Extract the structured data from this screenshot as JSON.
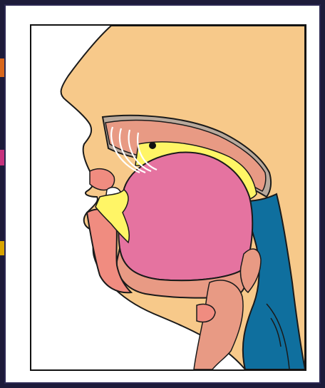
{
  "figure": {
    "subject": "sagittal-section-of-head-and-vocal-tract",
    "colors": {
      "skin": "#f7c98a",
      "tissue": "#e89a84",
      "tongue": "#e573a0",
      "palate_highlight": "#fff566",
      "airway": "#0f6f9e",
      "bone": "#b8a99c",
      "lip": "#f08c80",
      "outline": "#1a1a1a",
      "page_background": "#1d1b3a",
      "panel_background": "#ffffff"
    },
    "annotations": {
      "contact_point": "black-dot-on-hard-palate",
      "airflow_lines": 4
    }
  }
}
